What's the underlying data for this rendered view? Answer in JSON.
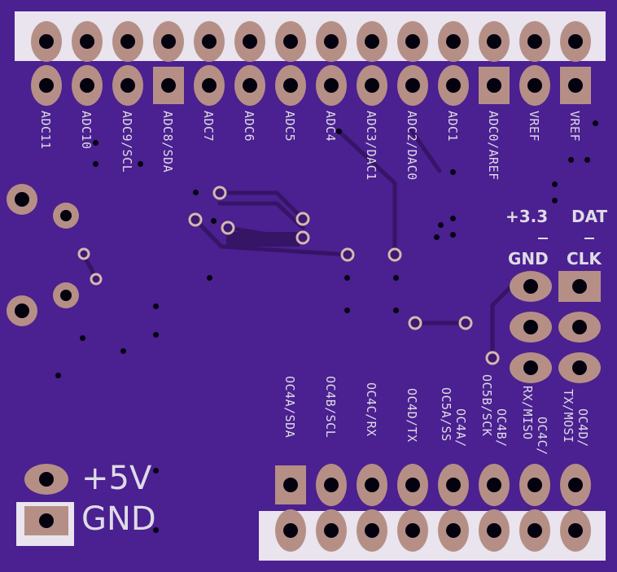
{
  "board": {
    "colors": {
      "substrate": "#4b2090",
      "trace": "#381668",
      "pad": "#b58f86",
      "silkscreen": "#e9e4ee",
      "drill": "#050210"
    }
  },
  "top_header_labels": [
    "ADC11",
    "ADC10",
    "ADC9/SCL",
    "ADC8/SDA",
    "ADC7",
    "ADC6",
    "ADC5",
    "ADC4",
    "ADC3/DAC1",
    "ADC2/DAC0",
    "ADC1",
    "ADC0/AREF",
    "VREF",
    "VREF"
  ],
  "bottom_header_labels": [
    "OC4A/SDA",
    "OC4B/SCL",
    "OC4C/RX",
    "OC4D/TX",
    "OC5A/SS",
    "OC4A/",
    "OC5B/SCK",
    "OC4B/",
    "RX/MISO",
    "OC4C/",
    "TX/MOSI",
    "OC4D/"
  ],
  "power": {
    "plus5v": "+5V",
    "gnd": "GND"
  },
  "programming_header": {
    "v33": "+3.3",
    "dat": "DAT",
    "gnd": "GND",
    "clk": "CLK"
  }
}
